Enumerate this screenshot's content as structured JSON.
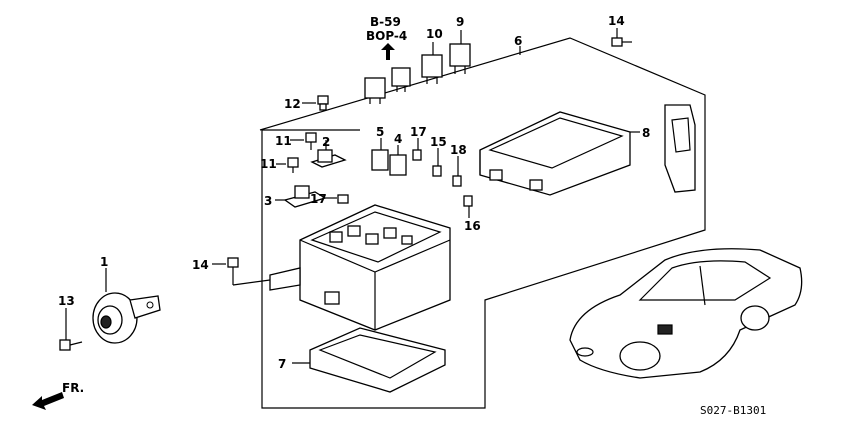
{
  "callouts": [
    {
      "id": "1",
      "text": "1"
    },
    {
      "id": "2",
      "text": "2"
    },
    {
      "id": "3",
      "text": "3"
    },
    {
      "id": "4",
      "text": "4"
    },
    {
      "id": "5",
      "text": "5"
    },
    {
      "id": "6",
      "text": "6"
    },
    {
      "id": "7",
      "text": "7"
    },
    {
      "id": "8",
      "text": "8"
    },
    {
      "id": "9",
      "text": "9"
    },
    {
      "id": "10",
      "text": "10"
    },
    {
      "id": "11a",
      "text": "11"
    },
    {
      "id": "11b",
      "text": "11"
    },
    {
      "id": "12",
      "text": "12"
    },
    {
      "id": "13",
      "text": "13"
    },
    {
      "id": "14a",
      "text": "14"
    },
    {
      "id": "14b",
      "text": "14"
    },
    {
      "id": "15",
      "text": "15"
    },
    {
      "id": "16",
      "text": "16"
    },
    {
      "id": "17a",
      "text": "17"
    },
    {
      "id": "17b",
      "text": "17"
    },
    {
      "id": "18",
      "text": "18"
    }
  ],
  "reference": {
    "line1": "B-59",
    "line2": "BOP-4"
  },
  "front_label": "FR.",
  "diagram_code": "S027-B1301"
}
